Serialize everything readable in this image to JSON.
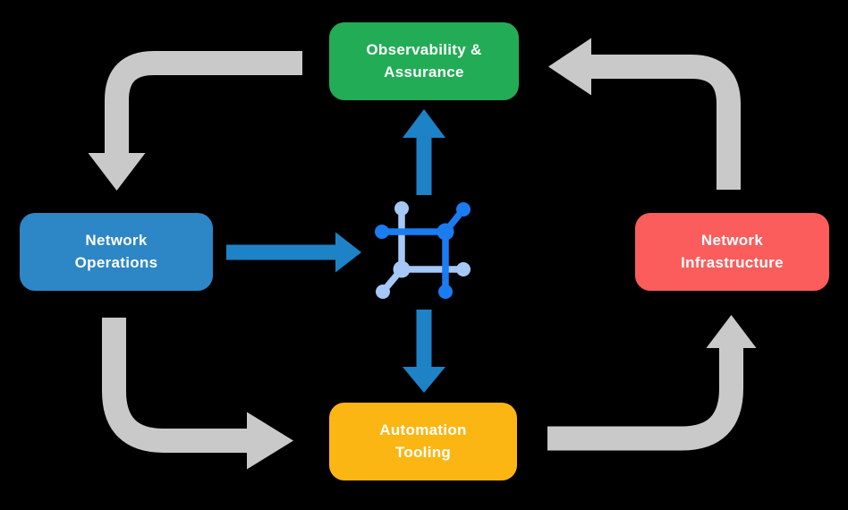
{
  "diagram": {
    "title": "",
    "background_color": "#000000",
    "boxes": [
      {
        "id": "observability-assurance",
        "line1": "Observability &",
        "line2": "Assurance",
        "color": "#22AC56"
      },
      {
        "id": "network-operations",
        "line1": "Network",
        "line2": "Operations",
        "color": "#2D86C5"
      },
      {
        "id": "network-infrastructure",
        "line1": "Network",
        "line2": "Infrastructure",
        "color": "#FA5D5B"
      },
      {
        "id": "automation-tooling",
        "line1": "Automation",
        "line2": "Tooling",
        "color": "#FBB613"
      }
    ],
    "center_icon": {
      "name": "network-mesh-icon",
      "dark_blue": "#1B7CF2",
      "light_blue": "#A6C8F7"
    },
    "arrows": {
      "gray_color": "#C9C9C9",
      "blue_color": "#1E82C6",
      "cycle_flows": [
        {
          "from": "observability-assurance",
          "to": "network-operations"
        },
        {
          "from": "network-operations",
          "to": "automation-tooling"
        },
        {
          "from": "automation-tooling",
          "to": "network-infrastructure"
        },
        {
          "from": "network-infrastructure",
          "to": "observability-assurance"
        }
      ],
      "hub_flows": [
        {
          "from": "network-operations",
          "to": "center-icon"
        },
        {
          "from": "center-icon",
          "to": "observability-assurance"
        },
        {
          "from": "center-icon",
          "to": "automation-tooling"
        }
      ]
    }
  }
}
